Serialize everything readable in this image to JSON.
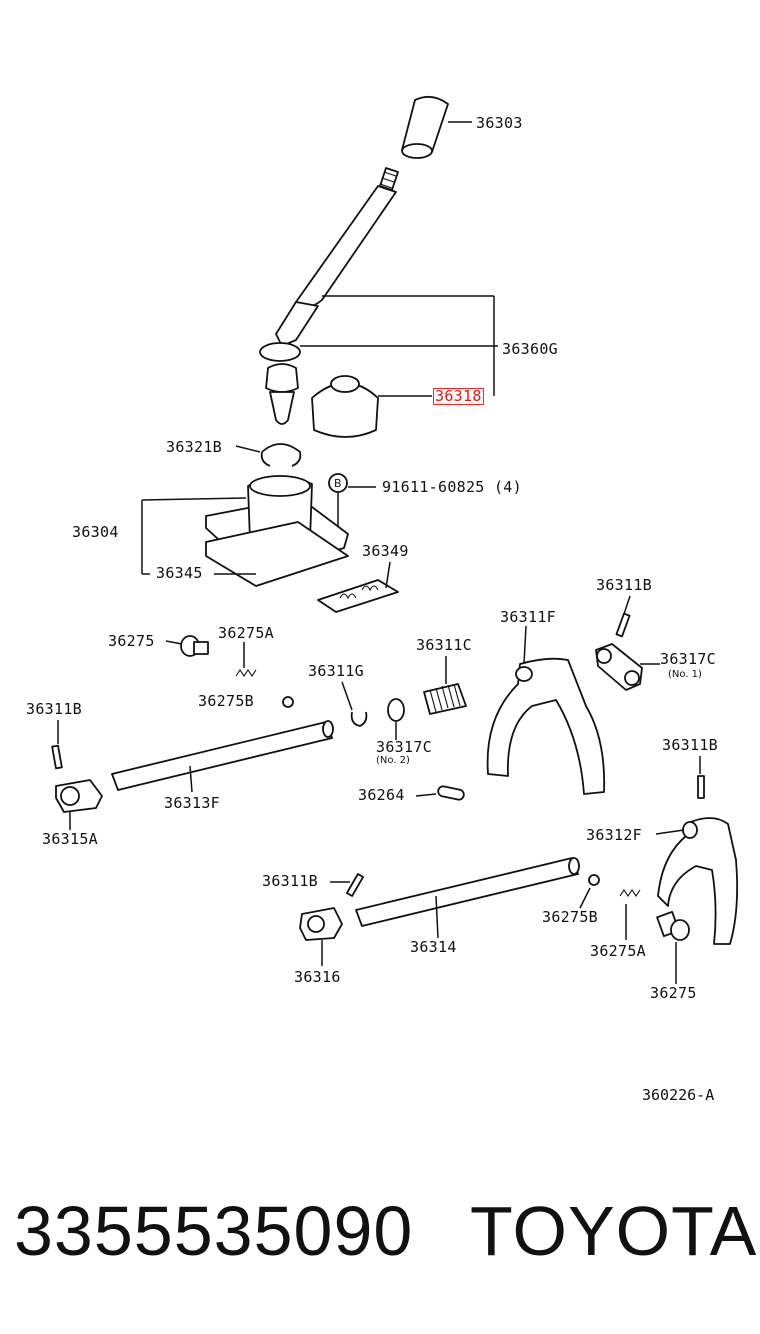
{
  "labels": {
    "l36303": "36303",
    "l36360G": "36360G",
    "l36318": "36318",
    "l36321B": "36321B",
    "l91611": "91611-60825 (4)",
    "bolt_marker": "B",
    "l36304": "36304",
    "l36345": "36345",
    "l36349": "36349",
    "l36311F": "36311F",
    "l36311B_top": "36311B",
    "l36317C_no1": "36317C",
    "no1": "(No. 1)",
    "l36275_left": "36275",
    "l36275A_left": "36275A",
    "l36311C": "36311C",
    "l36311G": "36311G",
    "l36275B_left": "36275B",
    "l36311B_left": "36311B",
    "l36317C_no2": "36317C",
    "no2": "(No. 2)",
    "l36311B_right": "36311B",
    "l36264": "36264",
    "l36313F": "36313F",
    "l36315A": "36315A",
    "l36312F": "36312F",
    "l36311B_bottom": "36311B",
    "l36275B_right": "36275B",
    "l36314": "36314",
    "l36275A_right": "36275A",
    "l36316": "36316",
    "l36275_right": "36275"
  },
  "diagram_ref": "360226-A",
  "footer": {
    "part_number": "3355535090",
    "brand": "TOYOTA"
  },
  "highlight_color": "#e0302a"
}
